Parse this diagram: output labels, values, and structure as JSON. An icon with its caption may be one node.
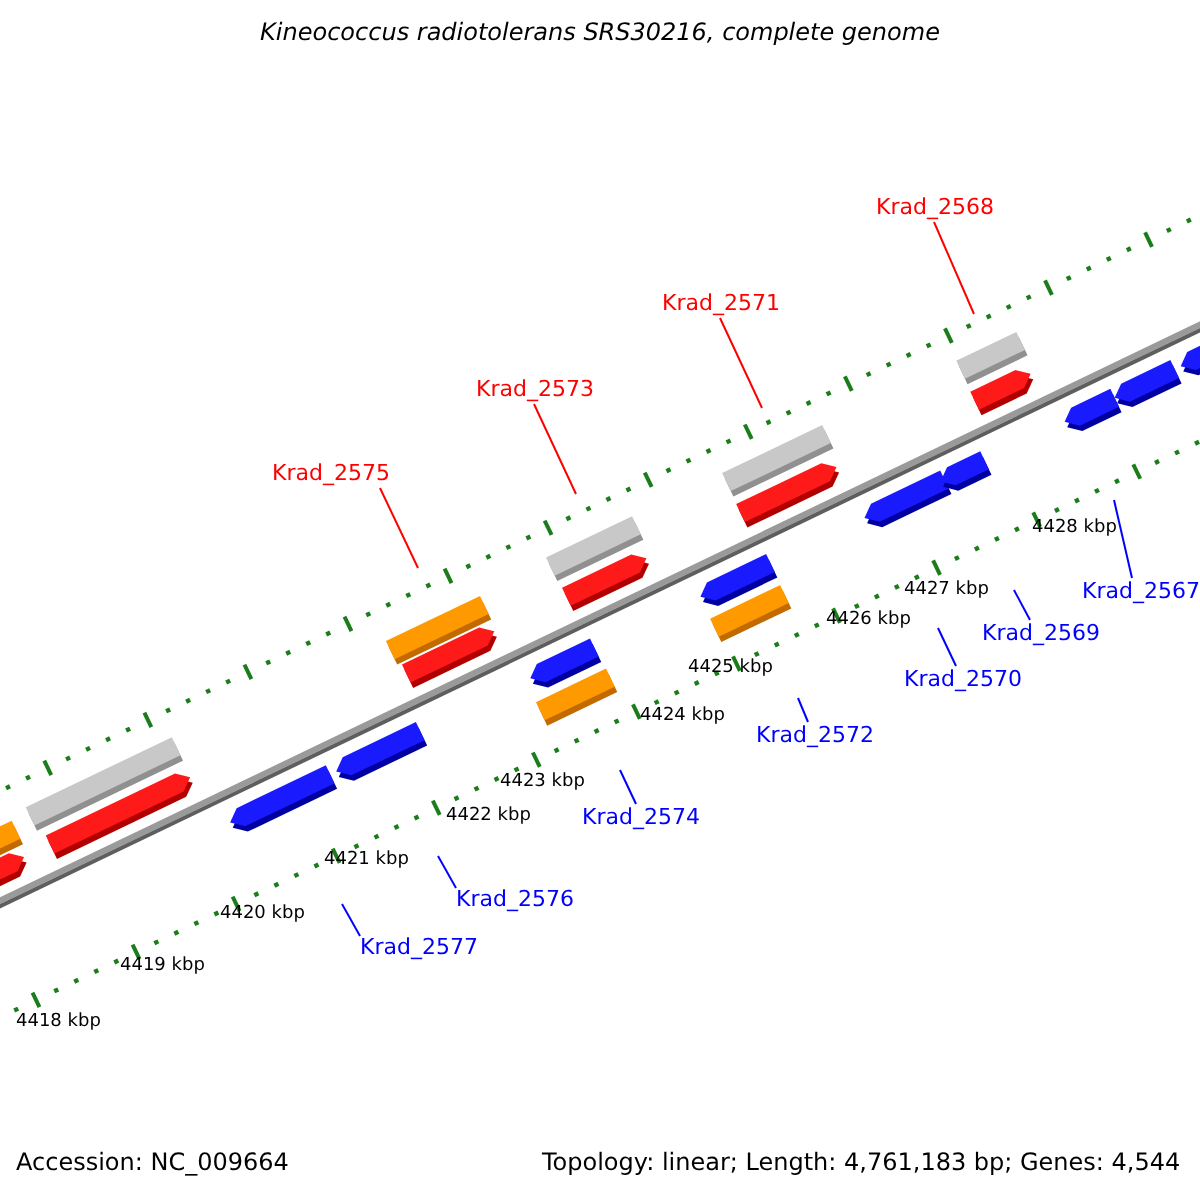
{
  "diagram": {
    "title": "Kineococcus radiotolerans SRS30216, complete genome",
    "nodes": [
      {
        "text": [
          "Krad_2568"
        ]
      },
      {
        "text": [
          "Krad_2571"
        ]
      },
      {
        "text": [
          "Krad_2573"
        ]
      },
      {
        "text": [
          "Krad_2575"
        ]
      },
      {
        "text": [
          "Krad_2567"
        ]
      },
      {
        "text": [
          "Krad_2569"
        ]
      },
      {
        "text": [
          "Krad_2570"
        ]
      },
      {
        "text": [
          "Krad_2572"
        ]
      },
      {
        "text": [
          "Krad_2574"
        ]
      },
      {
        "text": [
          "Krad_2576"
        ]
      },
      {
        "text": [
          "Krad_2577"
        ]
      }
    ],
    "edges": [
      {
        "from": 0,
        "to": null,
        "arrow": "none",
        "color": "#ff0000"
      },
      {
        "from": 1,
        "to": null,
        "arrow": "none",
        "color": "#ff0000"
      },
      {
        "from": 2,
        "to": null,
        "arrow": "none",
        "color": "#ff0000"
      },
      {
        "from": 3,
        "to": null,
        "arrow": "none",
        "color": "#ff0000"
      },
      {
        "from": 4,
        "to": null,
        "arrow": "none"
      },
      {
        "from": 5,
        "to": null,
        "arrow": "none"
      },
      {
        "from": 6,
        "to": null,
        "arrow": "none"
      },
      {
        "from": 7,
        "to": null,
        "arrow": "none"
      },
      {
        "from": 8,
        "to": null,
        "arrow": "none"
      },
      {
        "from": 9,
        "to": null,
        "arrow": "none"
      },
      {
        "from": 10,
        "to": null,
        "arrow": "none"
      }
    ],
    "labels": [
      "4428 kbp",
      "4427 kbp",
      "4426 kbp",
      "4425 kbp",
      "4424 kbp",
      "4423 kbp",
      "4422 kbp",
      "4421 kbp",
      "4420 kbp",
      "4419 kbp",
      "4418 kbp",
      "Accession: NC_009664",
      "Topology: linear; Length: 4,761,183 bp; Genes: 4,544"
    ]
  }
}
